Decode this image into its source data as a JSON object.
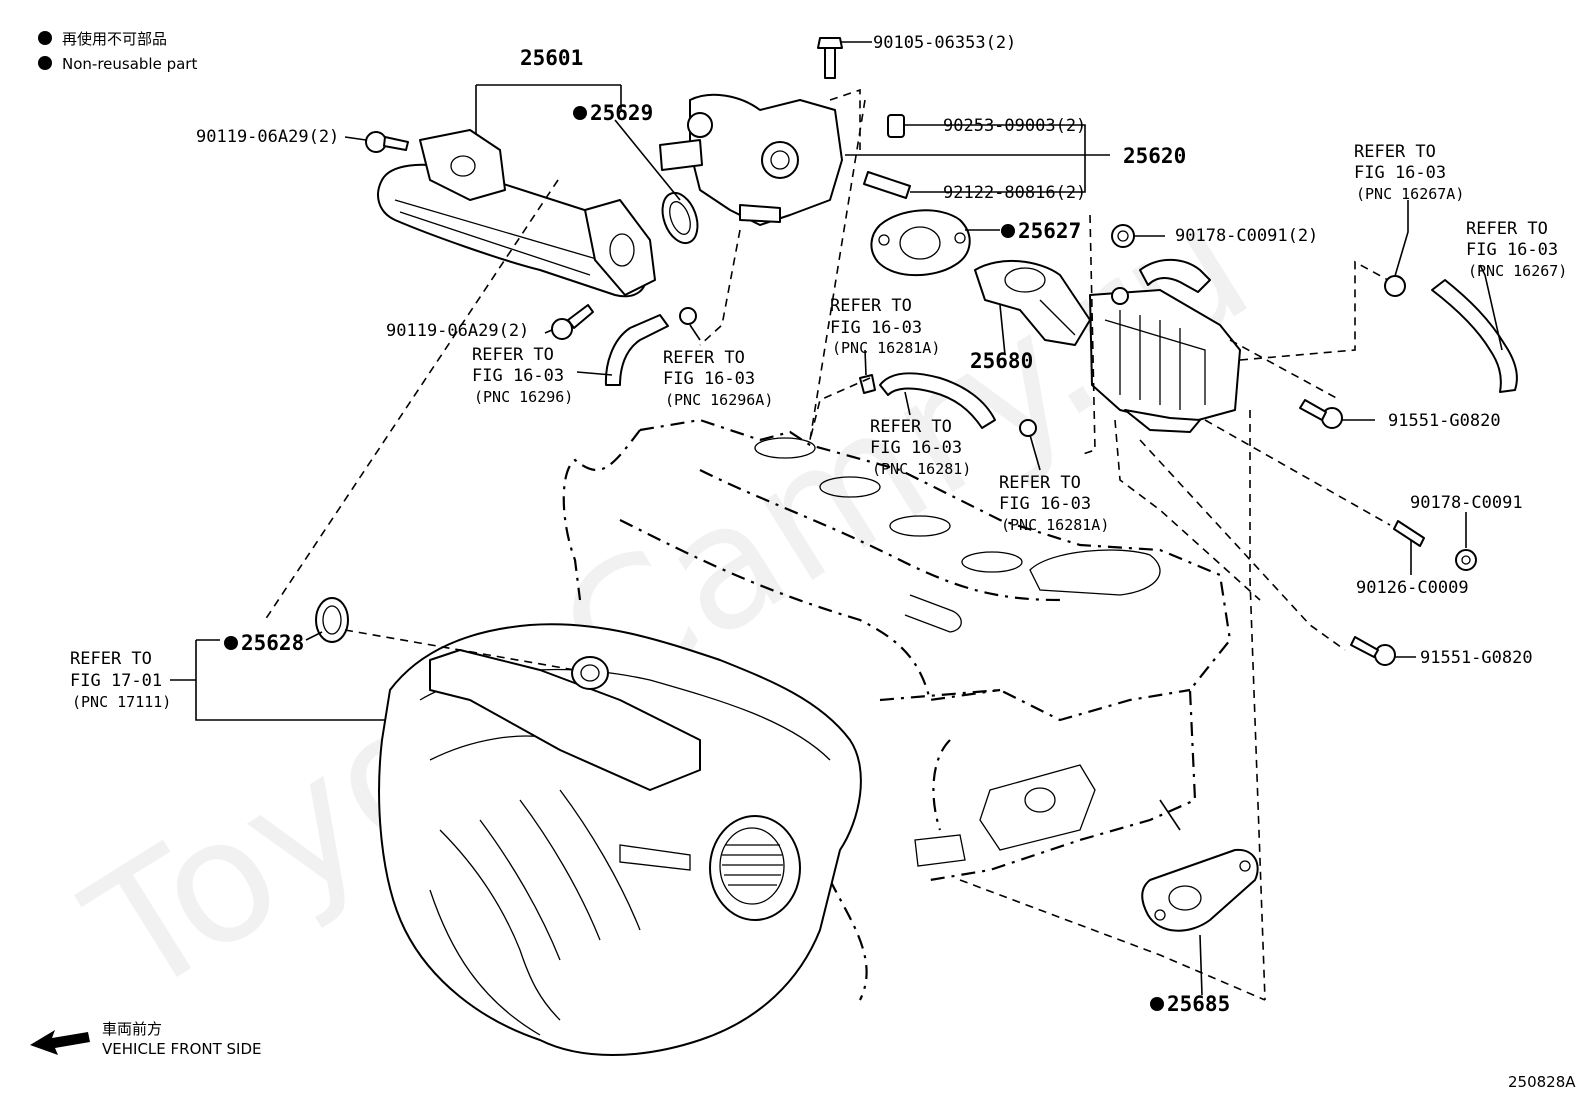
{
  "legend": {
    "jp": "再使用不可部品",
    "en": "Non-reusable part"
  },
  "front_note": {
    "jp": "車両前方",
    "en": "VEHICLE FRONT SIDE"
  },
  "diagram_id": "250828A",
  "watermark": "ToyotaCamry.ru",
  "parts": {
    "p25601": "25601",
    "p25629": "25629",
    "p25620": "25620",
    "p25627": "25627",
    "p25680": "25680",
    "p25628": "25628",
    "p25685": "25685",
    "bolt_top": "90105-06353(2)",
    "pin": "90253-09003(2)",
    "stud_92122": "92122-80816(2)",
    "bolt_left_top": "90119-06A29(2)",
    "bolt_left_bottom": "90119-06A29(2)",
    "nut_c0091_2": "90178-C0091(2)",
    "bolt_91551_a": "91551-G0820",
    "nut_c0091": "90178-C0091",
    "stud_c0009": "90126-C0009",
    "bolt_91551_b": "91551-G0820"
  },
  "refs": {
    "r16296": {
      "l1": "REFER TO",
      "l2": "FIG 16-03",
      "l3": "(PNC 16296)"
    },
    "r16296a": {
      "l1": "REFER TO",
      "l2": "FIG 16-03",
      "l3": "(PNC 16296A)"
    },
    "r16281a_top": {
      "l1": "REFER TO",
      "l2": "FIG 16-03",
      "l3": "(PNC 16281A)"
    },
    "r16281": {
      "l1": "REFER TO",
      "l2": "FIG 16-03",
      "l3": "(PNC 16281)"
    },
    "r16281a_bot": {
      "l1": "REFER TO",
      "l2": "FIG 16-03",
      "l3": "(PNC 16281A)"
    },
    "r16267a": {
      "l1": "REFER TO",
      "l2": "FIG 16-03",
      "l3": "(PNC 16267A)"
    },
    "r16267": {
      "l1": "REFER TO",
      "l2": "FIG 16-03",
      "l3": "(PNC 16267)"
    },
    "r17111": {
      "l1": "REFER TO",
      "l2": "FIG 17-01",
      "l3": "(PNC 17111)"
    }
  }
}
